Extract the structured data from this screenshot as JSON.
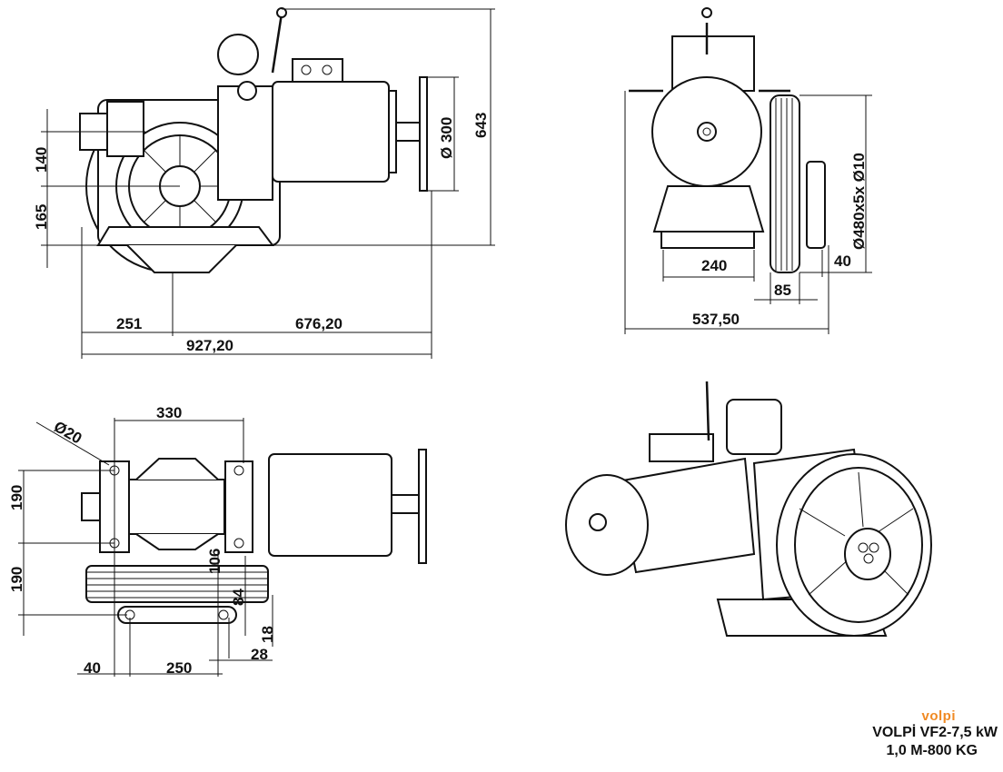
{
  "front_view": {
    "dims": {
      "d140": "140",
      "d165": "165",
      "d251": "251",
      "d676": "676,20",
      "d927": "927,20",
      "d300": "Ø 300",
      "d643": "643"
    }
  },
  "side_view": {
    "dims": {
      "d240": "240",
      "d85": "85",
      "d40": "40",
      "d537": "537,50",
      "dsheave": "Ø480x5x Ø10"
    }
  },
  "top_view": {
    "dims": {
      "d330": "330",
      "d20": "Ø20",
      "d190a": "190",
      "d190b": "190",
      "d106": "106",
      "d84": "84",
      "d18": "18",
      "d28": "28",
      "d40": "40",
      "d250": "250"
    }
  },
  "caption": {
    "logo": "volpi",
    "model": "VOLPİ VF2-7,5 kW",
    "spec": "1,0 M-800 KG"
  },
  "colors": {
    "logo": "#f08a24",
    "line": "#111111"
  }
}
